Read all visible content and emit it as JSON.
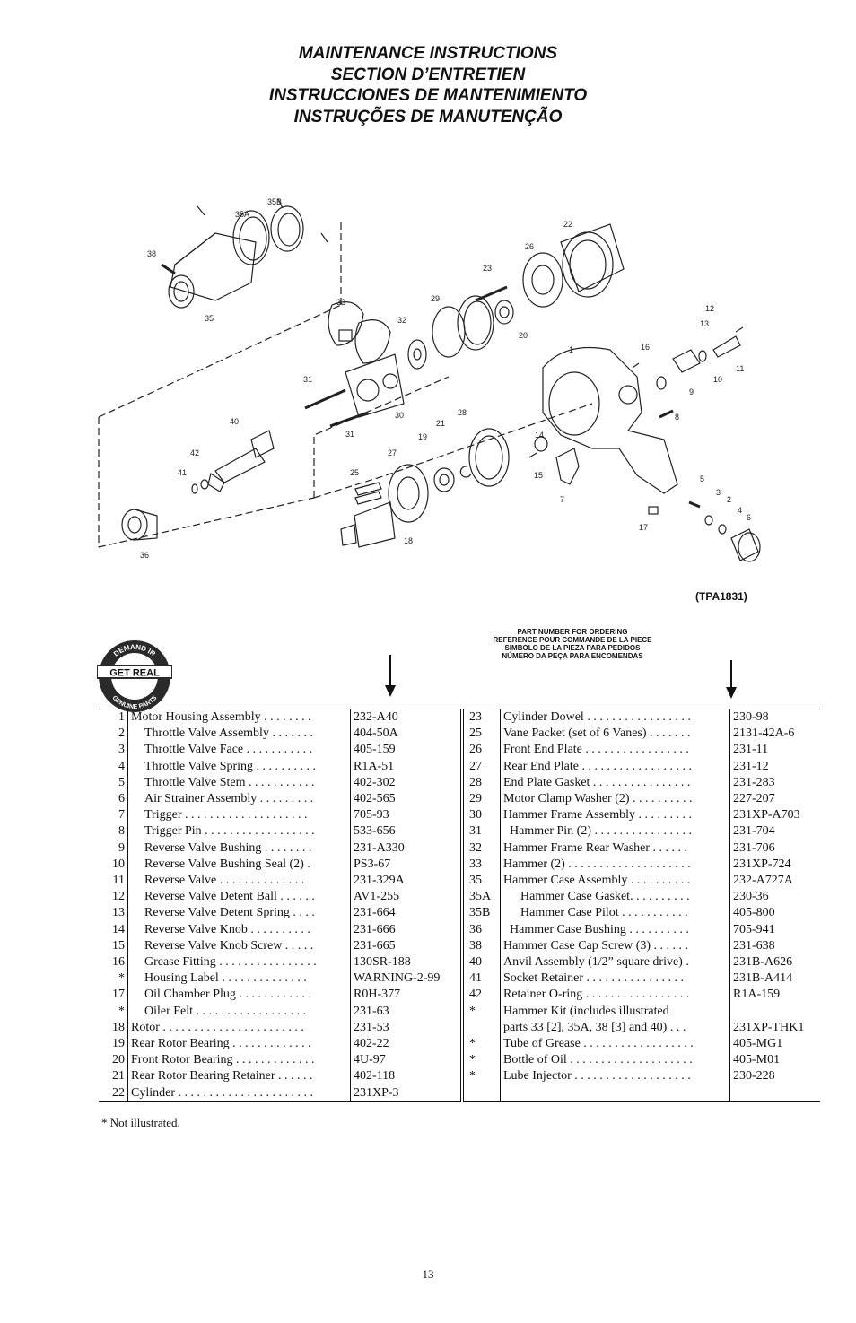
{
  "titles": [
    "MAINTENANCE INSTRUCTIONS",
    "SECTION D’ENTRETIEN",
    "INSTRUCCIONES DE MANTENIMIENTO",
    "INSTRUÇÕES DE MANUTENÇÃO"
  ],
  "diagram": {
    "callouts": [
      "35B",
      "35A",
      "38",
      "35",
      "33",
      "32",
      "29",
      "23",
      "26",
      "22",
      "20",
      "12",
      "13",
      "11",
      "16",
      "1",
      "10",
      "9",
      "8",
      "31",
      "30",
      "31",
      "40",
      "21",
      "28",
      "19",
      "14",
      "15",
      "42",
      "41",
      "27",
      "25",
      "7",
      "5",
      "3",
      "2",
      "4",
      "6",
      "17",
      "18",
      "36"
    ]
  },
  "figure_code": "(TPA1831)",
  "order_header": [
    "PART NUMBER FOR ORDERING",
    "REFERENCE POUR COMMANDE DE LA PIECE",
    "SIMBOLO DE LA PIEZA PARA PEDIDOS",
    "NÚMERO DA PEÇA PARA ENCOMENDAS"
  ],
  "logo": {
    "top": "DEMAND IR",
    "center": "GET REAL",
    "bottom": "GENUINE PARTS"
  },
  "parts_left": [
    {
      "no": "1",
      "desc": "Motor Housing Assembly  . . . . . . . .",
      "pn": "232-A40",
      "indent": 0
    },
    {
      "no": "2",
      "desc": "Throttle Valve Assembly  . . . . . . .",
      "pn": "404-50A",
      "indent": 1
    },
    {
      "no": "3",
      "desc": "Throttle Valve Face  . . . . . . . . . . .",
      "pn": "405-159",
      "indent": 1
    },
    {
      "no": "4",
      "desc": "Throttle Valve Spring . . . . . . . . . .",
      "pn": "R1A-51",
      "indent": 1
    },
    {
      "no": "5",
      "desc": "Throttle Valve Stem  . . . . . . . . . . .",
      "pn": "402-302",
      "indent": 1
    },
    {
      "no": "6",
      "desc": "Air Strainer Assembly  . . . . . . . . .",
      "pn": "402-565",
      "indent": 1
    },
    {
      "no": "7",
      "desc": "Trigger  . . . . . . . . . . . . . . . . . . . .",
      "pn": "705-93",
      "indent": 1
    },
    {
      "no": "8",
      "desc": "Trigger Pin . . . . . . . . . . . . . . . . . .",
      "pn": "533-656",
      "indent": 1
    },
    {
      "no": "9",
      "desc": "Reverse Valve Bushing  . . . . . . . .",
      "pn": "231-A330",
      "indent": 1
    },
    {
      "no": "10",
      "desc": "Reverse Valve Bushing Seal (2)  .",
      "pn": "PS3-67",
      "indent": 1
    },
    {
      "no": "11",
      "desc": "Reverse Valve  . . . . . . . . . . . . . .",
      "pn": "231-329A",
      "indent": 1
    },
    {
      "no": "12",
      "desc": "Reverse Valve Detent Ball . . . . . .",
      "pn": "AV1-255",
      "indent": 1
    },
    {
      "no": "13",
      "desc": "Reverse Valve Detent Spring . . . .",
      "pn": "231-664",
      "indent": 1
    },
    {
      "no": "14",
      "desc": "Reverse Valve Knob  . . . . . . . . . .",
      "pn": "231-666",
      "indent": 1
    },
    {
      "no": "15",
      "desc": "Reverse Valve Knob Screw  . . . . .",
      "pn": "231-665",
      "indent": 1
    },
    {
      "no": "16",
      "desc": "Grease Fitting . . . . . . . . . . . . . . . .",
      "pn": "130SR-188",
      "indent": 1
    },
    {
      "no": "*",
      "desc": "Housing Label  . . . . . . . . . . . . . .",
      "pn": "WARNING-2-99",
      "indent": 1
    },
    {
      "no": "17",
      "desc": "Oil Chamber Plug  . . . . . . . . . . . .",
      "pn": "R0H-377",
      "indent": 1
    },
    {
      "no": "*",
      "desc": "Oiler Felt  . . . . . . . . . . . . . . . . . .",
      "pn": "231-63",
      "indent": 1
    },
    {
      "no": "18",
      "desc": "Rotor  . . . . . . . . . . . . . . . . . . . . . . .",
      "pn": "231-53",
      "indent": 0
    },
    {
      "no": "19",
      "desc": "Rear Rotor Bearing  . . . . . . . . . . . . .",
      "pn": "402-22",
      "indent": 0
    },
    {
      "no": "20",
      "desc": "Front Rotor Bearing . . . . . . . . . . . . .",
      "pn": "4U-97",
      "indent": 0
    },
    {
      "no": "21",
      "desc": "Rear Rotor Bearing Retainer . . . . . .",
      "pn": "402-118",
      "indent": 0
    },
    {
      "no": "22",
      "desc": "Cylinder . . . . . . . . . . . . . . . . . . . . . .",
      "pn": "231XP-3",
      "indent": 0
    }
  ],
  "parts_right": [
    {
      "no": "23",
      "desc": "Cylinder Dowel  . . . . . . . . . . . . . . . . .",
      "pn": "230-98",
      "indent": 0
    },
    {
      "no": "25",
      "desc": "Vane Packet (set of 6 Vanes)  . . . . . . .",
      "pn": "2131-42A-6",
      "indent": 0
    },
    {
      "no": "26",
      "desc": "Front End Plate  . . . . . . . . . . . . . . . . .",
      "pn": "231-11",
      "indent": 0
    },
    {
      "no": "27",
      "desc": "Rear End Plate . . . . . . . . . . . . . . . . . .",
      "pn": "231-12",
      "indent": 0
    },
    {
      "no": "28",
      "desc": "End Plate Gasket  . . . . . . . . . . . . . . . .",
      "pn": "231-283",
      "indent": 0
    },
    {
      "no": "29",
      "desc": "Motor Clamp Washer (2) . . . . . . . . . .",
      "pn": "227-207",
      "indent": 0
    },
    {
      "no": "30",
      "desc": "Hammer Frame Assembly . . . . . . . . .",
      "pn": "231XP-A703",
      "indent": 0
    },
    {
      "no": "31",
      "desc": "Hammer Pin (2) . . . . . . . . . . . . . . . .",
      "pn": "231-704",
      "indent": 1
    },
    {
      "no": "32",
      "desc": "Hammer Frame Rear Washer  . . . . . .",
      "pn": "231-706",
      "indent": 0
    },
    {
      "no": "33",
      "desc": "Hammer (2)  . . . . . . . . . . . . . . . . . . . .",
      "pn": "231XP-724",
      "indent": 0
    },
    {
      "no": "35",
      "desc": "Hammer Case Assembly  . . . . . . . . . .",
      "pn": "232-A727A",
      "indent": 0
    },
    {
      "no": "35A",
      "desc": "Hammer Case Gasket. . . . . . . . . .",
      "pn": "230-36",
      "indent": 2
    },
    {
      "no": "35B",
      "desc": "Hammer Case Pilot  . . . . . . . . . . .",
      "pn": "405-800",
      "indent": 2
    },
    {
      "no": "36",
      "desc": "Hammer Case Bushing  . . . . . . . . . .",
      "pn": "705-941",
      "indent": 1
    },
    {
      "no": "38",
      "desc": "Hammer Case Cap Screw (3)  . . . . . .",
      "pn": "231-638",
      "indent": 0
    },
    {
      "no": "40",
      "desc": "Anvil Assembly (1/2” square drive)  .",
      "pn": "231B-A626",
      "indent": 0
    },
    {
      "no": "41",
      "desc": "Socket Retainer  . . . . . . . . . . . . . . . .",
      "pn": "231B-A414",
      "indent": 0
    },
    {
      "no": "42",
      "desc": "Retainer O-ring  . . . . . . . . . . . . . . . . .",
      "pn": "R1A-159",
      "indent": 0
    },
    {
      "no": "*",
      "desc": "Hammer Kit (includes illustrated",
      "pn": "",
      "indent": 0
    },
    {
      "no": "",
      "desc": "parts  33 [2], 35A, 38 [3] and 40)  . . .",
      "pn": "231XP-THK1",
      "indent": 0
    },
    {
      "no": "*",
      "desc": "Tube of Grease . . . . . . . . . . . . . . . . . .",
      "pn": "405-MG1",
      "indent": 0
    },
    {
      "no": "*",
      "desc": "Bottle of Oil . . . . . . . . . . . . . . . . . . . .",
      "pn": "405-M01",
      "indent": 0
    },
    {
      "no": "*",
      "desc": "Lube Injector  . . . . . . . . . . . . . . . . . . .",
      "pn": "230-228",
      "indent": 0
    },
    {
      "no": "",
      "desc": "",
      "pn": "",
      "indent": 0
    }
  ],
  "footnote": "*    Not illustrated.",
  "page_number": "13"
}
